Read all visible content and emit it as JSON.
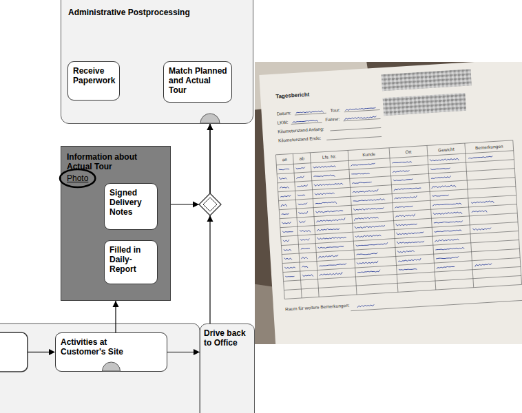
{
  "diagram": {
    "nodes": [
      {
        "text": [
          "Administrative Postprocessing"
        ]
      },
      {
        "text": [
          "Receive Paperwork"
        ],
        "in": 0
      },
      {
        "text": [
          "Match Planned and Actual Tour"
        ],
        "in": 0
      },
      {
        "text": [
          "Information about Actual Tour",
          "Photo"
        ]
      },
      {
        "text": [
          "Signed Delivery Notes"
        ],
        "in": 3
      },
      {
        "text": [
          "Filled in Daily-Report"
        ],
        "in": 3
      },
      {
        "text": [
          "Activities at Customer's Site"
        ]
      },
      {
        "text": [
          "Drive back to Office"
        ]
      }
    ],
    "edges": [
      {
        "from": 1,
        "to": 2,
        "arrow": "to"
      },
      {
        "from": 3,
        "to": 0,
        "arrow": "to"
      },
      {
        "from": 7,
        "to": 0,
        "arrow": "to"
      },
      {
        "from": 6,
        "to": 3,
        "arrow": "to"
      },
      {
        "from": 6,
        "to": 7,
        "arrow": "to"
      }
    ],
    "labels": [
      "Tagesbericht",
      "Datum:",
      "Tour:",
      "LKW:",
      "Fahrer:",
      "Kilometerstand Anfang:",
      "Kilometerstand Ende:",
      "an",
      "ab",
      "Lfs. Nr.",
      "Kunde",
      "Ort",
      "Gewicht",
      "Bemerkungen",
      "Raum für weitere Bemerkungen:"
    ]
  }
}
